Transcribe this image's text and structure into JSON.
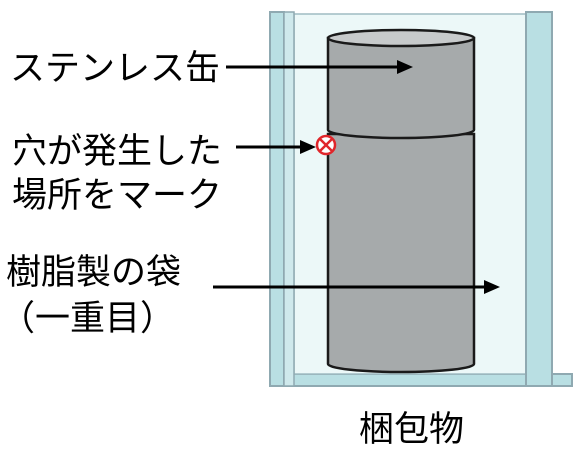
{
  "labels": {
    "can": "ステンレス缶",
    "hole_line1": "穴が発生した",
    "hole_line2": "場所をマーク",
    "bag_line1": "樹脂製の袋",
    "bag_line2": "（一重目）",
    "package": "梱包物"
  },
  "colors": {
    "frame_fill": "#b9dfe3",
    "frame_stroke": "#8fa9b1",
    "bag_fill": "#ecf8f8",
    "can_fill": "#a6aaab",
    "can_stroke": "#1a1a1a",
    "marker": "#e0262b",
    "arrow": "#000000",
    "text": "#000000"
  }
}
